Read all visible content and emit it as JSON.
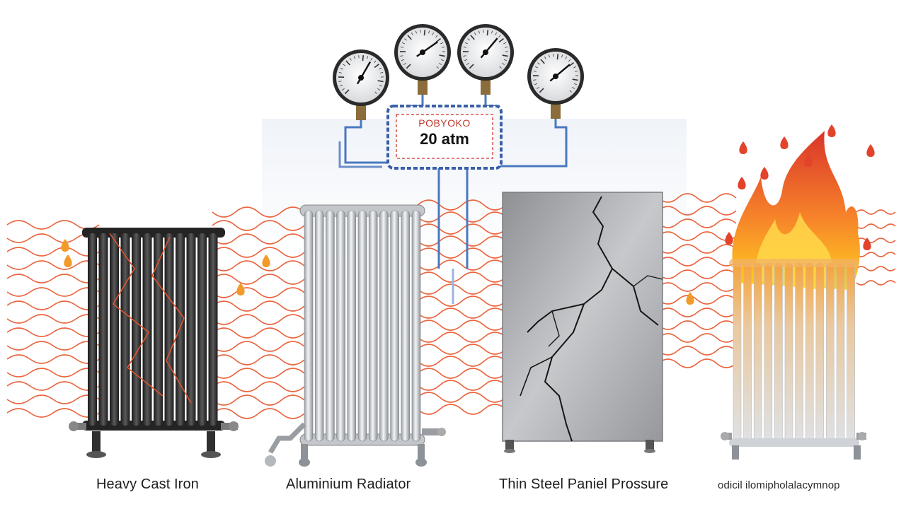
{
  "manifold": {
    "label": "POBYOKO",
    "pressure": "20 atm"
  },
  "radiators": [
    {
      "label": "Heavy Cast Iron",
      "material": "cast-iron"
    },
    {
      "label": "Aluminium Radiator",
      "material": "aluminium"
    },
    {
      "label": "Thin Steel Paniel Prossure",
      "material": "steel-panel"
    },
    {
      "label": "odicil ilomipholalacymnop",
      "material": "burning"
    }
  ],
  "gauges": [
    {
      "name": "gauge-1"
    },
    {
      "name": "gauge-2"
    },
    {
      "name": "gauge-3"
    },
    {
      "name": "gauge-4"
    }
  ],
  "colors": {
    "heat_wave": "#e8542a",
    "cast_iron": "#2b2b2b",
    "aluminium": "#c9ccd0",
    "steel_panel": "#a9abae",
    "flame_outer": "#e8452a",
    "flame_inner": "#ffc21f",
    "pipe": "#4a78c0"
  }
}
